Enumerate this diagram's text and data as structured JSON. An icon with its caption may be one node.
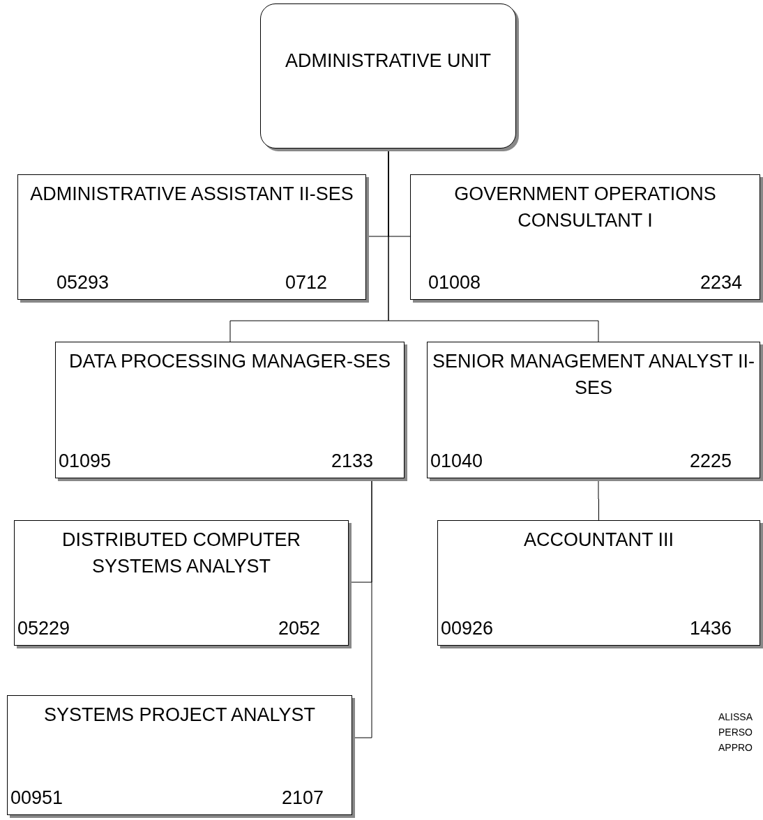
{
  "diagram": {
    "nodes": [
      {
        "text": [
          "ADMINISTRATIVE UNIT"
        ]
      },
      {
        "text": [
          "ADMINISTRATIVE ASSISTANT II-SES",
          "05293",
          "0712"
        ]
      },
      {
        "text": [
          "GOVERNMENT OPERATIONS CONSULTANT I",
          "01008",
          "2234"
        ]
      },
      {
        "text": [
          "DATA PROCESSING MANAGER-SES",
          "01095",
          "2133"
        ]
      },
      {
        "text": [
          "SENIOR MANAGEMENT ANALYST II-SES",
          "01040",
          "2225"
        ]
      },
      {
        "text": [
          "DISTRIBUTED COMPUTER SYSTEMS ANALYST",
          "05229",
          "2052"
        ]
      },
      {
        "text": [
          "ACCOUNTANT III",
          "00926",
          "1436"
        ]
      },
      {
        "text": [
          "SYSTEMS PROJECT ANALYST",
          "00951",
          "2107"
        ]
      }
    ],
    "edges": [
      {
        "from": 0,
        "to": 1,
        "arrow": "none"
      },
      {
        "from": 0,
        "to": 2,
        "arrow": "none"
      },
      {
        "from": 0,
        "to": 3,
        "arrow": "none"
      },
      {
        "from": 0,
        "to": 4,
        "arrow": "none"
      },
      {
        "from": 3,
        "to": 5,
        "arrow": "none"
      },
      {
        "from": 3,
        "to": 7,
        "arrow": "none"
      },
      {
        "from": 4,
        "to": 6,
        "arrow": "none"
      }
    ],
    "labels": [
      "ALISSA",
      "PERSO",
      "APPRO"
    ]
  }
}
